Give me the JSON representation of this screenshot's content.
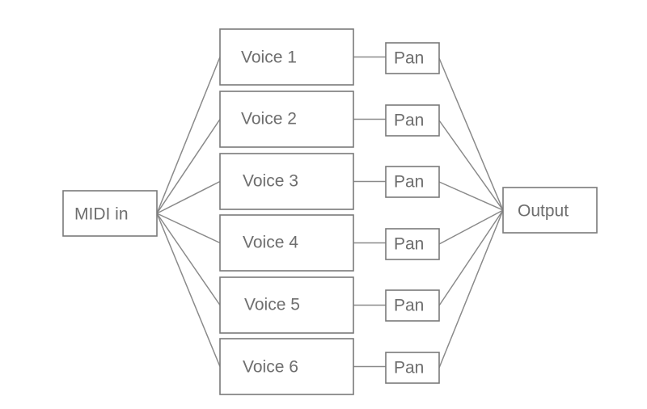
{
  "diagram": {
    "source": "MIDI in",
    "sink": "Output",
    "voices": [
      "Voice 1",
      "Voice 2",
      "Voice 3",
      "Voice 4",
      "Voice 5",
      "Voice 6"
    ],
    "pans": [
      "Pan",
      "Pan",
      "Pan",
      "Pan",
      "Pan",
      "Pan"
    ],
    "colors": {
      "stroke": "#7a7a7a",
      "text": "#6e6e6e",
      "background": "#ffffff"
    }
  }
}
